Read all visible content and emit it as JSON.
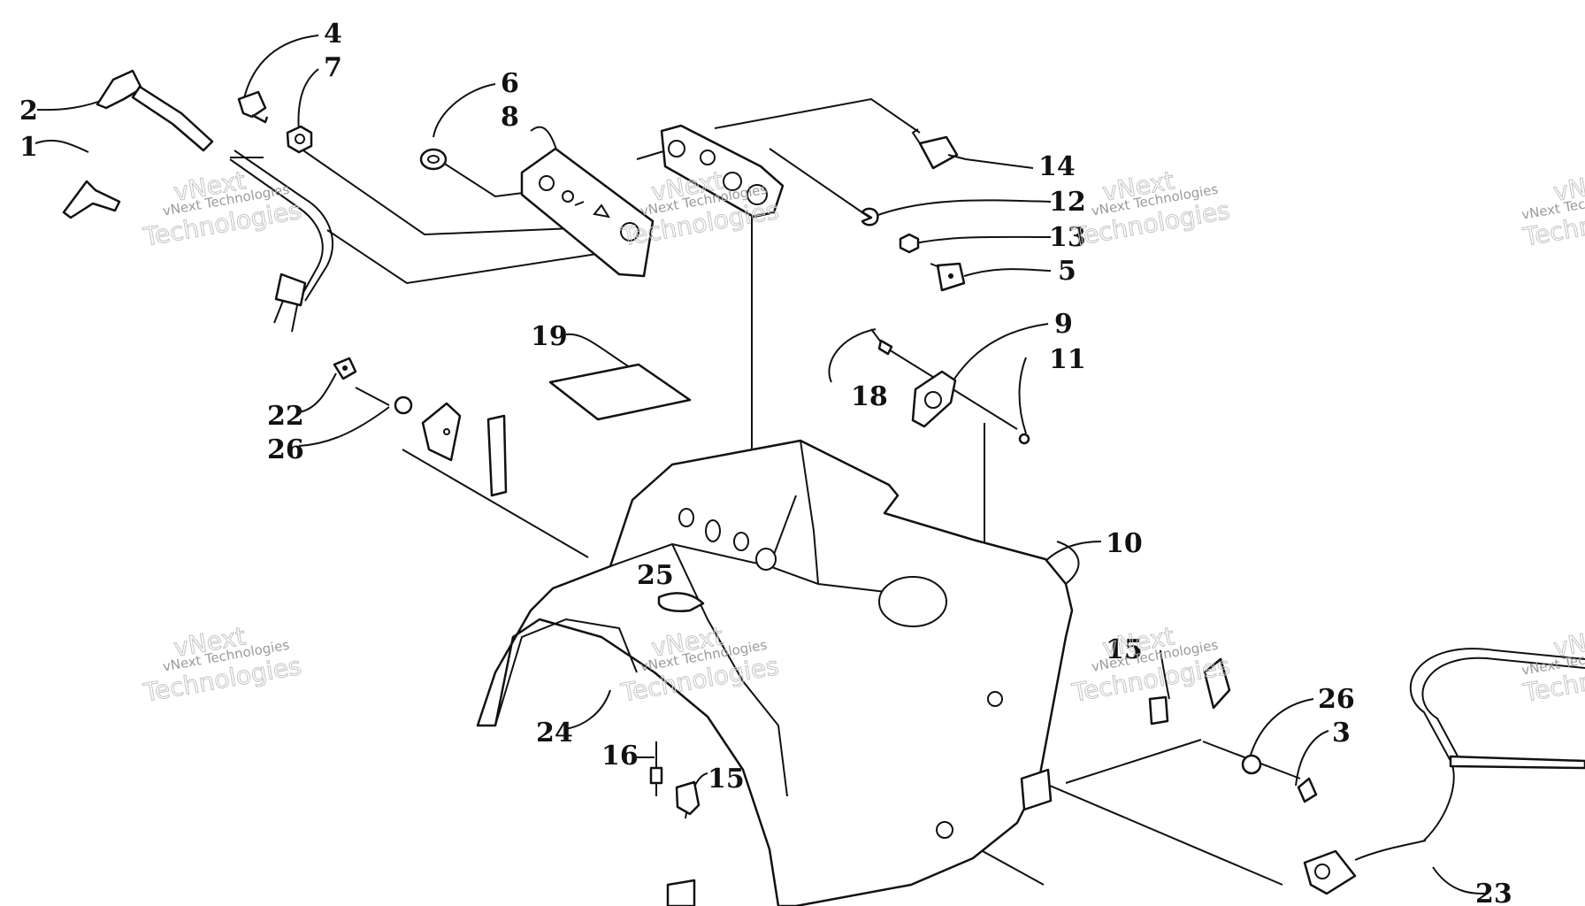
{
  "diagram": {
    "callouts": [
      "1",
      "2",
      "4",
      "7",
      "6",
      "8",
      "14",
      "12",
      "13",
      "5",
      "9",
      "11",
      "18",
      "19",
      "22",
      "26",
      "10",
      "25",
      "24",
      "16",
      "15",
      "15",
      "26",
      "3",
      "23"
    ]
  },
  "watermark": {
    "line1": "vNext Technologies",
    "line2": "vNext",
    "line3": "Technologies"
  },
  "colors": {
    "ink": "#111111",
    "paper": "#ffffff",
    "watermark": "#9a9a9a"
  }
}
